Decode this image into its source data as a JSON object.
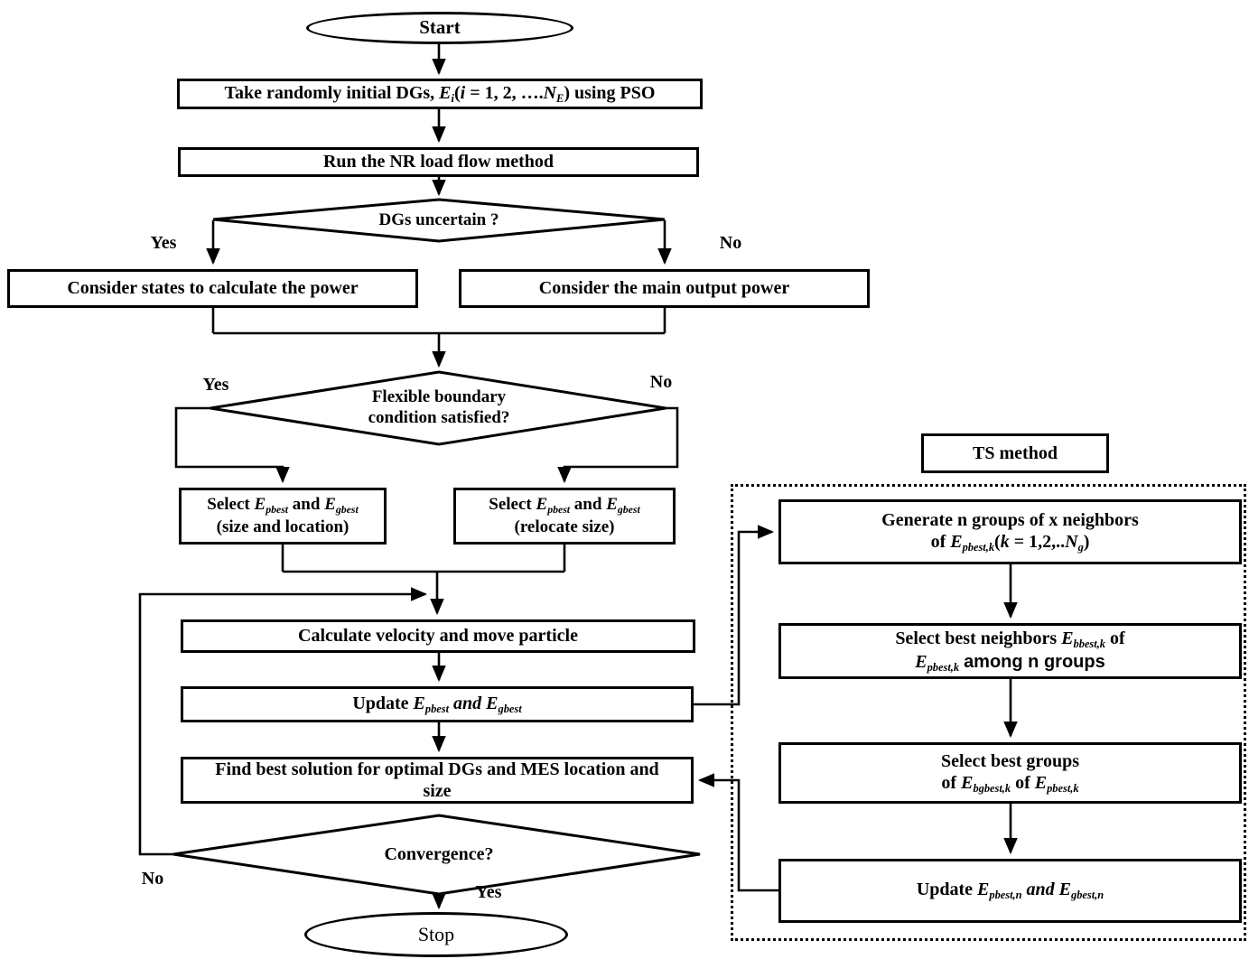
{
  "colors": {
    "line": "#000000",
    "background": "#ffffff"
  },
  "labels": {
    "yes": "Yes",
    "no": "No"
  },
  "nodes": {
    "start": "Start",
    "stop": "Stop",
    "init_runs": [
      {
        "t": "Take randomly initial DGs, "
      },
      {
        "t": "E",
        "i": 1
      },
      {
        "t": "i",
        "i": 1,
        "sub": 1
      },
      {
        "t": "("
      },
      {
        "t": "i",
        "i": 1
      },
      {
        "t": " = 1, 2, …."
      },
      {
        "t": "N",
        "i": 1
      },
      {
        "t": "E",
        "i": 1,
        "sub": 1
      },
      {
        "t": ") using PSO"
      }
    ],
    "run_nr": "Run the NR load flow method",
    "dgs_uncertain": "DGs uncertain ?",
    "consider_states": "Consider states to calculate the power",
    "consider_main": "Consider the main output power",
    "flexible_line1": "Flexible boundary",
    "flexible_line2": "condition satisfied?",
    "select_left_line1_runs": [
      {
        "t": "Select "
      },
      {
        "t": "E",
        "i": 1
      },
      {
        "t": "pbest",
        "i": 1,
        "sub": 1
      },
      {
        "t": " and "
      },
      {
        "t": "E",
        "i": 1
      },
      {
        "t": "gbest",
        "i": 1,
        "sub": 1
      }
    ],
    "select_left_line2": "(size and location)",
    "select_right_line1_runs": [
      {
        "t": "Select "
      },
      {
        "t": "E",
        "i": 1
      },
      {
        "t": "pbest",
        "i": 1,
        "sub": 1
      },
      {
        "t": " and "
      },
      {
        "t": "E",
        "i": 1
      },
      {
        "t": "gbest",
        "i": 1,
        "sub": 1
      }
    ],
    "select_right_line2": "(relocate size)",
    "calc": "Calculate velocity and move particle",
    "update_runs": [
      {
        "t": "Update "
      },
      {
        "t": "E",
        "i": 1
      },
      {
        "t": "pbest",
        "i": 1,
        "sub": 1
      },
      {
        "t": " "
      },
      {
        "t": "and",
        "i": 1
      },
      {
        "t": " "
      },
      {
        "t": "E",
        "i": 1
      },
      {
        "t": "gbest",
        "i": 1,
        "sub": 1
      }
    ],
    "find_line1": "Find best solution for optimal DGs and MES location and",
    "find_line2": "size",
    "convergence": "Convergence?",
    "ts_title": "TS method",
    "ts1_line1": "Generate n groups of x neighbors",
    "ts1_line2_runs": [
      {
        "t": "of "
      },
      {
        "t": "E",
        "i": 1
      },
      {
        "t": "pbest,k",
        "i": 1,
        "sub": 1
      },
      {
        "t": "("
      },
      {
        "t": "k",
        "i": 1
      },
      {
        "t": " = 1,2,.."
      },
      {
        "t": "N",
        "i": 1
      },
      {
        "t": "g",
        "i": 1,
        "sub": 1
      },
      {
        "t": ")"
      }
    ],
    "ts2_line1_runs": [
      {
        "t": "Select best neighbors "
      },
      {
        "t": "E",
        "i": 1
      },
      {
        "t": "bbest,k",
        "i": 1,
        "sub": 1
      },
      {
        "t": " of"
      }
    ],
    "ts2_line2_runs": [
      {
        "t": "E",
        "i": 1
      },
      {
        "t": "pbest,k",
        "i": 1,
        "sub": 1
      },
      {
        "t": " "
      },
      {
        "t": "among n groups",
        "f": "sans"
      }
    ],
    "ts3_line1": "Select best groups",
    "ts3_line2_runs": [
      {
        "t": "of "
      },
      {
        "t": "E",
        "i": 1
      },
      {
        "t": "bgbest,k",
        "i": 1,
        "sub": 1
      },
      {
        "t": " of "
      },
      {
        "t": "E",
        "i": 1
      },
      {
        "t": "pbest,k",
        "i": 1,
        "sub": 1
      }
    ],
    "ts4_runs": [
      {
        "t": "Update "
      },
      {
        "t": "E",
        "i": 1
      },
      {
        "t": "pbest,n",
        "i": 1,
        "sub": 1
      },
      {
        "t": " "
      },
      {
        "t": "and",
        "i": 1
      },
      {
        "t": " "
      },
      {
        "t": "E",
        "i": 1
      },
      {
        "t": "gbest,n",
        "i": 1,
        "sub": 1
      }
    ]
  }
}
